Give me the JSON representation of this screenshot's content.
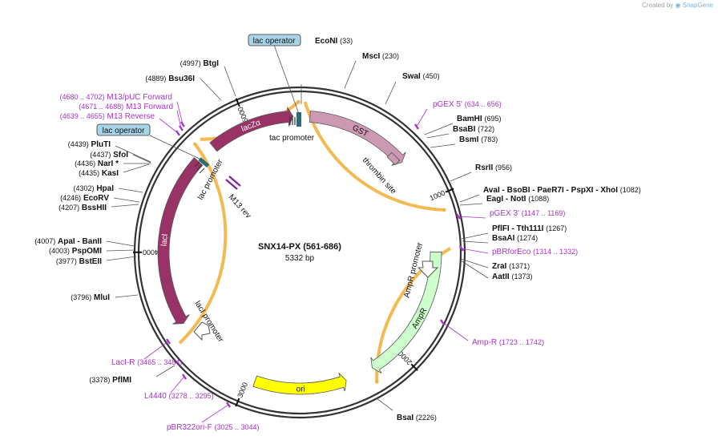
{
  "brand": {
    "created_by": "Created by",
    "name": "SnapGene"
  },
  "plasmid": {
    "name": "SNX14-PX (561-686)",
    "length_label": "5332 bp",
    "total_bp": 5332
  },
  "ticks": [
    {
      "bp": 1000,
      "label": "1000"
    },
    {
      "bp": 2000,
      "label": "2000"
    },
    {
      "bp": 3000,
      "label": "3000"
    },
    {
      "bp": 4000,
      "label": "4000"
    },
    {
      "bp": 5000,
      "label": "5000"
    }
  ],
  "features": [
    {
      "name": "GST",
      "start": 64,
      "end": 720,
      "color": "#cc99b2",
      "dir": 1
    },
    {
      "name": "lacZα",
      "start": 4750,
      "end": 5290,
      "color": "#993366",
      "dir": 1
    },
    {
      "name": "lacI",
      "start": 3534,
      "end": 4620,
      "color": "#993366",
      "dir": -1
    },
    {
      "name": "AmpR",
      "start": 1330,
      "end": 2190,
      "color": "#ccffcc",
      "dir": 1
    },
    {
      "name": "ori",
      "start": 2370,
      "end": 2950,
      "color": "#ffff00",
      "dir": -1
    }
  ],
  "orfs": [
    {
      "start": 30,
      "end": 1090
    },
    {
      "start": 1310,
      "end": 2210
    },
    {
      "start": 3450,
      "end": 4680
    },
    {
      "start": 4720,
      "end": 5325
    }
  ],
  "small_labels": [
    {
      "id": "tac-promoter",
      "text": "tac promoter"
    },
    {
      "id": "thrombin-site",
      "text": "thrombin site"
    },
    {
      "id": "lac-promoter",
      "text": "lac promoter"
    },
    {
      "id": "m13-rev",
      "text": "M13 rev"
    },
    {
      "id": "ampr-promoter",
      "text": "AmpR promoter"
    },
    {
      "id": "laci-promoter",
      "text": "lacI promoter"
    }
  ],
  "callouts": [
    {
      "id": "lac-operator-top",
      "text": "lac operator"
    },
    {
      "id": "lac-operator-left",
      "text": "lac operator"
    }
  ],
  "sites": [
    {
      "id": "econi",
      "name": "EcoNI",
      "pos": "(33)",
      "type": "enzyme"
    },
    {
      "id": "msci",
      "name": "MscI",
      "pos": "(230)",
      "type": "enzyme"
    },
    {
      "id": "swai",
      "name": "SwaI",
      "pos": "(450)",
      "type": "enzyme"
    },
    {
      "id": "pgex5",
      "name": "pGEX 5'",
      "pos": "(634 .. 656)",
      "type": "primer"
    },
    {
      "id": "bamhi",
      "name": "BamHI",
      "pos": "(695)",
      "type": "enzyme"
    },
    {
      "id": "bsabi",
      "name": "BsaBI",
      "pos": "(722)",
      "type": "enzyme"
    },
    {
      "id": "bsmi",
      "name": "BsmI",
      "pos": "(783)",
      "type": "enzyme"
    },
    {
      "id": "rsrii",
      "name": "RsrII",
      "pos": "(956)",
      "type": "enzyme"
    },
    {
      "id": "ava-group",
      "name": "AvaI  -  BsoBI  -  PaeR7I  -  PspXI  -  XhoI",
      "pos": "(1082)",
      "type": "enzyme"
    },
    {
      "id": "eag-not",
      "name": "EagI  -  NotI",
      "pos": "(1088)",
      "type": "enzyme"
    },
    {
      "id": "pgex3",
      "name": "pGEX 3'",
      "pos": "(1147 .. 1169)",
      "type": "primer"
    },
    {
      "id": "pflfi",
      "name": "PflFI  -  Tth111I",
      "pos": "(1267)",
      "type": "enzyme"
    },
    {
      "id": "bsaai",
      "name": "BsaAI",
      "pos": "(1274)",
      "type": "enzyme"
    },
    {
      "id": "pbrforeco",
      "name": "pBRforEco",
      "pos": "(1314 .. 1332)",
      "type": "primer"
    },
    {
      "id": "zrai",
      "name": "ZraI",
      "pos": "(1371)",
      "type": "enzyme"
    },
    {
      "id": "aatii",
      "name": "AatII",
      "pos": "(1373)",
      "type": "enzyme"
    },
    {
      "id": "amp-r",
      "name": "Amp-R",
      "pos": "(1723 .. 1742)",
      "type": "primer"
    },
    {
      "id": "bsai",
      "name": "BsaI",
      "pos": "(2226)",
      "type": "enzyme"
    },
    {
      "id": "pbr322ori",
      "name": "pBR322ori-F",
      "pos": "(3025 .. 3044)",
      "type": "primer"
    },
    {
      "id": "l4440",
      "name": "L4440",
      "pos": "(3278 .. 3295)",
      "type": "primer"
    },
    {
      "id": "pflmi",
      "name": "PflMI",
      "pos": "(3378)",
      "type": "enzyme"
    },
    {
      "id": "laci-r",
      "name": "LacI-R",
      "pos": "(3465 .. 3484)",
      "type": "primer"
    },
    {
      "id": "mlui",
      "name": "MluI",
      "pos": "(3796)",
      "type": "enzyme"
    },
    {
      "id": "bsteii",
      "name": "BstEII",
      "pos": "(3977)",
      "type": "enzyme"
    },
    {
      "id": "psp",
      "name": "PspOMI",
      "pos": "(4003)",
      "type": "enzyme"
    },
    {
      "id": "apa-ban",
      "name": "ApaI  -  BanII",
      "pos": "(4007)",
      "type": "enzyme"
    },
    {
      "id": "bsshii",
      "name": "BssHII",
      "pos": "(4207)",
      "type": "enzyme"
    },
    {
      "id": "ecorv",
      "name": "EcoRV",
      "pos": "(4246)",
      "type": "enzyme"
    },
    {
      "id": "hpai",
      "name": "HpaI",
      "pos": "(4302)",
      "type": "enzyme"
    },
    {
      "id": "kasi",
      "name": "KasI",
      "pos": "(4435)",
      "type": "enzyme"
    },
    {
      "id": "nari",
      "name": "NarI *",
      "pos": "(4436)",
      "type": "enzyme"
    },
    {
      "id": "sfoi",
      "name": "SfoI",
      "pos": "(4437)",
      "type": "enzyme"
    },
    {
      "id": "pluti",
      "name": "PluTI",
      "pos": "(4439)",
      "type": "enzyme"
    },
    {
      "id": "m13rev",
      "name": "M13 Reverse",
      "pos": "(4639 .. 4655)",
      "type": "primer"
    },
    {
      "id": "m13fwd",
      "name": "M13 Forward",
      "pos": "(4671 .. 4688)",
      "type": "primer"
    },
    {
      "id": "m13puc",
      "name": "M13/pUC Forward",
      "pos": "(4680 .. 4702)",
      "type": "primer"
    },
    {
      "id": "bsu36i",
      "name": "Bsu36I",
      "pos": "(4889)",
      "type": "enzyme"
    },
    {
      "id": "btgi",
      "name": "BtgI",
      "pos": "(4997)",
      "type": "enzyme"
    }
  ],
  "colors": {
    "primer": "#a733c9",
    "enzyme": "#000000",
    "orf": "#f3b33f",
    "operator": "#a7d4e6"
  }
}
